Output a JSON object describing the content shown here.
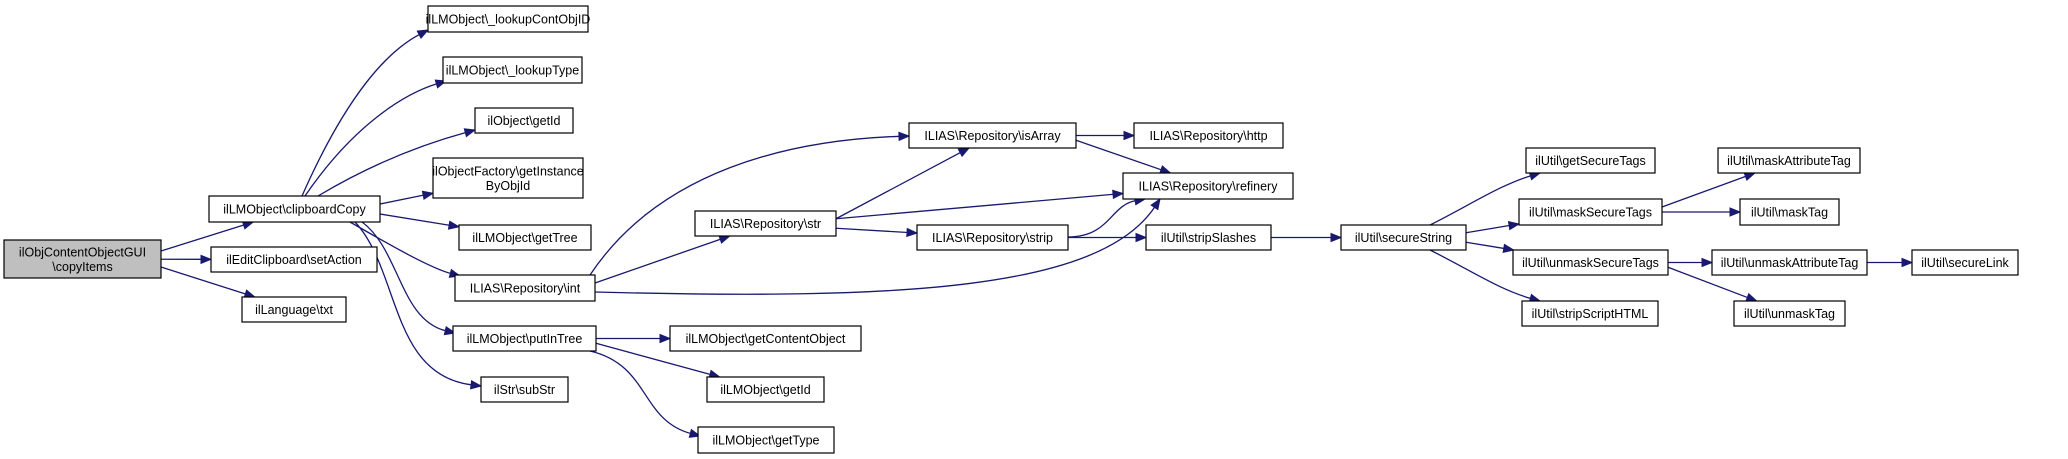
{
  "diagram": {
    "type": "call-graph",
    "colors": {
      "edge": "#191970",
      "node_fill": "#ffffff",
      "root_fill": "#bfbfbf",
      "node_border": "#000000"
    },
    "nodes": [
      {
        "id": "root",
        "lines": [
          "ilObjContentObjectGUI",
          "\\copyItems"
        ],
        "root": true
      },
      {
        "id": "clipboardCopy",
        "lines": [
          "ilLMObject\\clipboardCopy"
        ]
      },
      {
        "id": "setAction",
        "lines": [
          "ilEditClipboard\\setAction"
        ]
      },
      {
        "id": "txt",
        "lines": [
          "ilLanguage\\txt"
        ]
      },
      {
        "id": "lookupContObjID",
        "lines": [
          "ilLMObject\\_lookupContObjID"
        ]
      },
      {
        "id": "lookupType",
        "lines": [
          "ilLMObject\\_lookupType"
        ]
      },
      {
        "id": "objGetId",
        "lines": [
          "ilObject\\getId"
        ]
      },
      {
        "id": "getInstance",
        "lines": [
          "ilObjectFactory\\getInstance",
          "ByObjId"
        ]
      },
      {
        "id": "getTree",
        "lines": [
          "ilLMObject\\getTree"
        ]
      },
      {
        "id": "repoInt",
        "lines": [
          "ILIAS\\Repository\\int"
        ]
      },
      {
        "id": "putInTree",
        "lines": [
          "ilLMObject\\putInTree"
        ]
      },
      {
        "id": "subStr",
        "lines": [
          "ilStr\\subStr"
        ]
      },
      {
        "id": "repoStr",
        "lines": [
          "ILIAS\\Repository\\str"
        ]
      },
      {
        "id": "getContentObject",
        "lines": [
          "ilLMObject\\getContentObject"
        ]
      },
      {
        "id": "lmGetId",
        "lines": [
          "ilLMObject\\getId"
        ]
      },
      {
        "id": "lmGetType",
        "lines": [
          "ilLMObject\\getType"
        ]
      },
      {
        "id": "isArray",
        "lines": [
          "ILIAS\\Repository\\isArray"
        ]
      },
      {
        "id": "strip",
        "lines": [
          "ILIAS\\Repository\\strip"
        ]
      },
      {
        "id": "http",
        "lines": [
          "ILIAS\\Repository\\http"
        ]
      },
      {
        "id": "refinery",
        "lines": [
          "ILIAS\\Repository\\refinery"
        ]
      },
      {
        "id": "stripSlashes",
        "lines": [
          "ilUtil\\stripSlashes"
        ]
      },
      {
        "id": "secureString",
        "lines": [
          "ilUtil\\secureString"
        ]
      },
      {
        "id": "getSecureTags",
        "lines": [
          "ilUtil\\getSecureTags"
        ]
      },
      {
        "id": "maskSecureTags",
        "lines": [
          "ilUtil\\maskSecureTags"
        ]
      },
      {
        "id": "unmaskSecureTags",
        "lines": [
          "ilUtil\\unmaskSecureTags"
        ]
      },
      {
        "id": "stripScriptHTML",
        "lines": [
          "ilUtil\\stripScriptHTML"
        ]
      },
      {
        "id": "maskAttributeTag",
        "lines": [
          "ilUtil\\maskAttributeTag"
        ]
      },
      {
        "id": "maskTag",
        "lines": [
          "ilUtil\\maskTag"
        ]
      },
      {
        "id": "unmaskAttributeTag",
        "lines": [
          "ilUtil\\unmaskAttributeTag"
        ]
      },
      {
        "id": "unmaskTag",
        "lines": [
          "ilUtil\\unmaskTag"
        ]
      },
      {
        "id": "secureLink",
        "lines": [
          "ilUtil\\secureLink"
        ]
      }
    ],
    "edges": [
      {
        "from": "root",
        "to": "clipboardCopy"
      },
      {
        "from": "root",
        "to": "setAction"
      },
      {
        "from": "root",
        "to": "txt"
      },
      {
        "from": "clipboardCopy",
        "to": "lookupContObjID"
      },
      {
        "from": "clipboardCopy",
        "to": "lookupType"
      },
      {
        "from": "clipboardCopy",
        "to": "objGetId"
      },
      {
        "from": "clipboardCopy",
        "to": "getInstance"
      },
      {
        "from": "clipboardCopy",
        "to": "getTree"
      },
      {
        "from": "clipboardCopy",
        "to": "repoInt"
      },
      {
        "from": "clipboardCopy",
        "to": "putInTree"
      },
      {
        "from": "clipboardCopy",
        "to": "subStr"
      },
      {
        "from": "repoInt",
        "to": "isArray"
      },
      {
        "from": "repoInt",
        "to": "repoStr"
      },
      {
        "from": "repoInt",
        "to": "refinery"
      },
      {
        "from": "putInTree",
        "to": "getContentObject"
      },
      {
        "from": "putInTree",
        "to": "lmGetId"
      },
      {
        "from": "putInTree",
        "to": "lmGetType"
      },
      {
        "from": "repoStr",
        "to": "isArray"
      },
      {
        "from": "repoStr",
        "to": "refinery"
      },
      {
        "from": "repoStr",
        "to": "strip"
      },
      {
        "from": "isArray",
        "to": "http"
      },
      {
        "from": "isArray",
        "to": "refinery"
      },
      {
        "from": "strip",
        "to": "refinery"
      },
      {
        "from": "strip",
        "to": "stripSlashes"
      },
      {
        "from": "stripSlashes",
        "to": "secureString"
      },
      {
        "from": "secureString",
        "to": "getSecureTags"
      },
      {
        "from": "secureString",
        "to": "maskSecureTags"
      },
      {
        "from": "secureString",
        "to": "unmaskSecureTags"
      },
      {
        "from": "secureString",
        "to": "stripScriptHTML"
      },
      {
        "from": "maskSecureTags",
        "to": "maskAttributeTag"
      },
      {
        "from": "maskSecureTags",
        "to": "maskTag"
      },
      {
        "from": "unmaskSecureTags",
        "to": "unmaskAttributeTag"
      },
      {
        "from": "unmaskSecureTags",
        "to": "unmaskTag"
      },
      {
        "from": "unmaskAttributeTag",
        "to": "secureLink"
      }
    ]
  }
}
